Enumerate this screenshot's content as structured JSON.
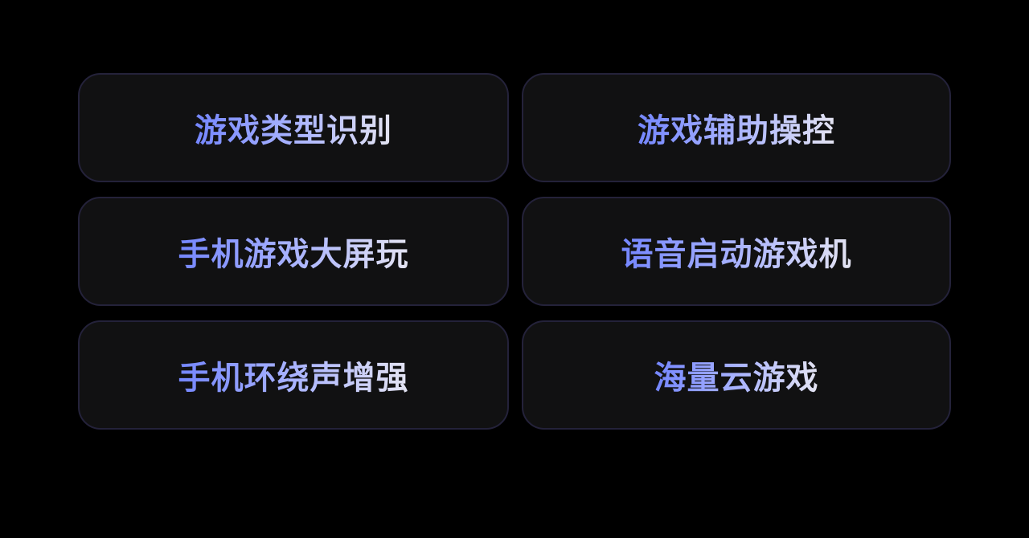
{
  "features": [
    {
      "label": "游戏类型识别"
    },
    {
      "label": "游戏辅助操控"
    },
    {
      "label": "手机游戏大屏玩"
    },
    {
      "label": "语音启动游戏机"
    },
    {
      "label": "手机环绕声增强"
    },
    {
      "label": "海量云游戏"
    }
  ],
  "colors": {
    "gradient_start": "#7486ff",
    "gradient_end": "#e4e4f2",
    "card_bg": "#111112",
    "card_border": "#24223a"
  }
}
